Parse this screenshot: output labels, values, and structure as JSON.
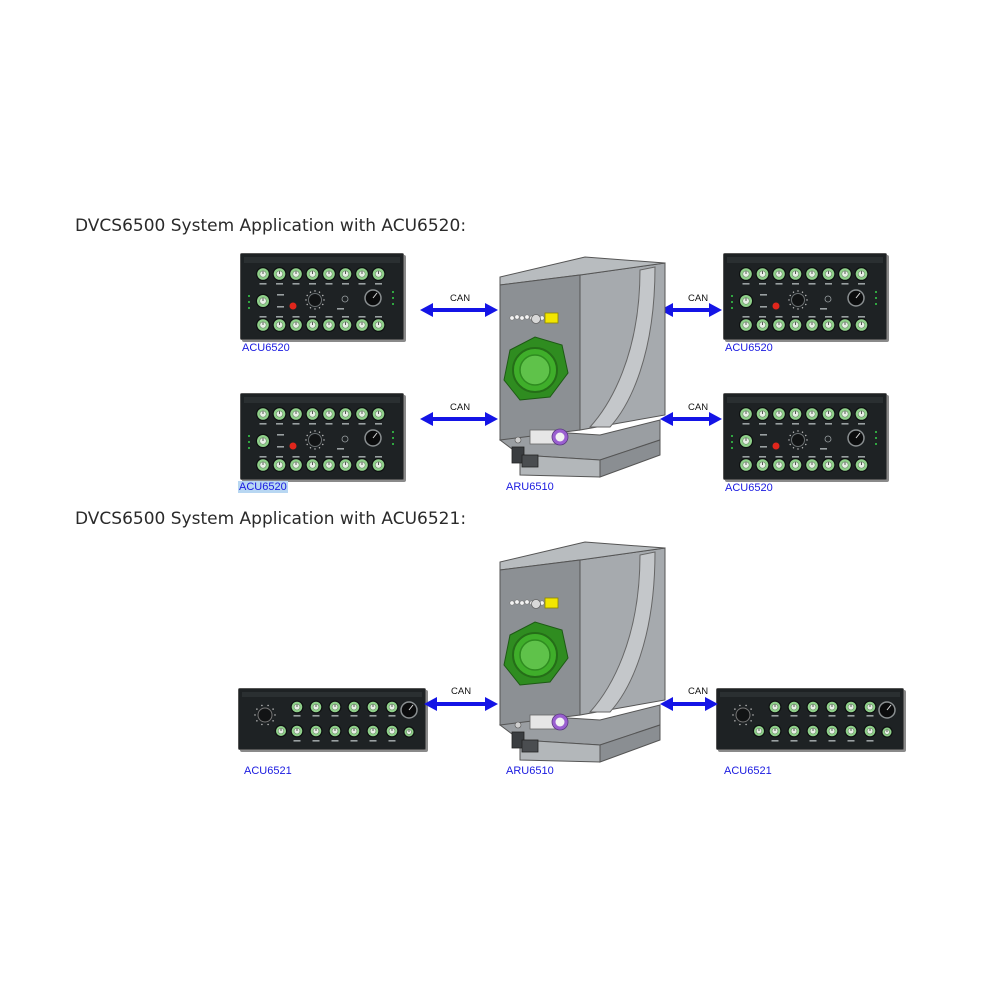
{
  "sections": [
    {
      "title": "DVCS6500 System Application with ACU6520:",
      "hub_label": "ARU6510",
      "units": [
        {
          "label": "ACU6520",
          "selected": false
        },
        {
          "label": "ACU6520",
          "selected": true
        },
        {
          "label": "ACU6520",
          "selected": false
        },
        {
          "label": "ACU6520",
          "selected": false
        }
      ],
      "links": [
        "CAN",
        "CAN",
        "CAN",
        "CAN"
      ]
    },
    {
      "title": "DVCS6500 System Application with ACU6521:",
      "hub_label": "ARU6510",
      "units": [
        {
          "label": "ACU6521",
          "selected": false
        },
        {
          "label": "ACU6521",
          "selected": false
        }
      ],
      "links": [
        "CAN",
        "CAN"
      ]
    }
  ],
  "colors": {
    "arrow": "#1414e6",
    "link_label": "#1a1ae0",
    "panel": "#1e2224",
    "knob_ring": "#8fd08a",
    "hub_body": "#8c9094",
    "hub_connector": "#3fae2a",
    "connector_cap_yellow": "#f2e600",
    "connector_cap_purple": "#9a5fd0"
  }
}
